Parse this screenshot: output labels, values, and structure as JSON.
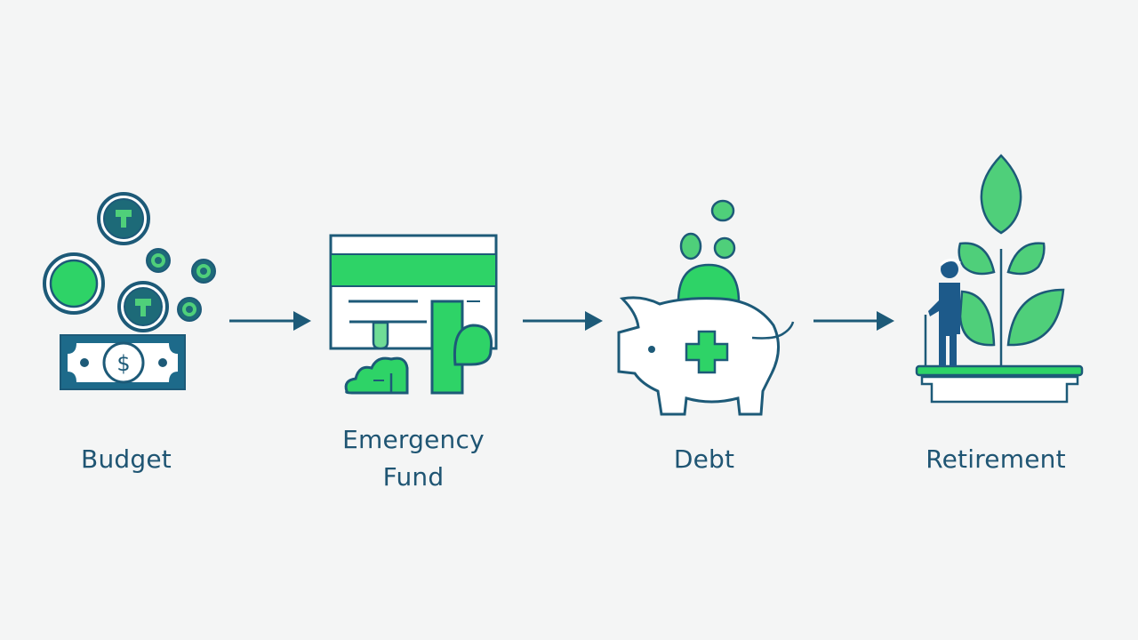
{
  "diagram": {
    "type": "process-flow",
    "colors": {
      "background": "#f4f5f5",
      "stroke": "#1d5a78",
      "accent_green": "#2ed367",
      "light_green": "#4fcf7a",
      "fill_white": "#ffffff",
      "label_text": "#1f5573"
    },
    "steps": [
      {
        "id": "budget",
        "label": "Budget",
        "icon": "coins-and-banknote-icon"
      },
      {
        "id": "emergency-fund",
        "label_line1": "Emergency",
        "label_line2": "Fund",
        "icon": "dashboard-with-bars-icon"
      },
      {
        "id": "debt",
        "label": "Debt",
        "icon": "piggy-bank-plus-icon"
      },
      {
        "id": "retirement",
        "label": "Retirement",
        "icon": "person-with-growing-plant-icon"
      }
    ],
    "connectors": [
      {
        "from": "budget",
        "to": "emergency-fund",
        "icon": "arrow-right-icon"
      },
      {
        "from": "emergency-fund",
        "to": "debt",
        "icon": "arrow-right-icon"
      },
      {
        "from": "debt",
        "to": "retirement",
        "icon": "arrow-right-icon"
      }
    ]
  }
}
